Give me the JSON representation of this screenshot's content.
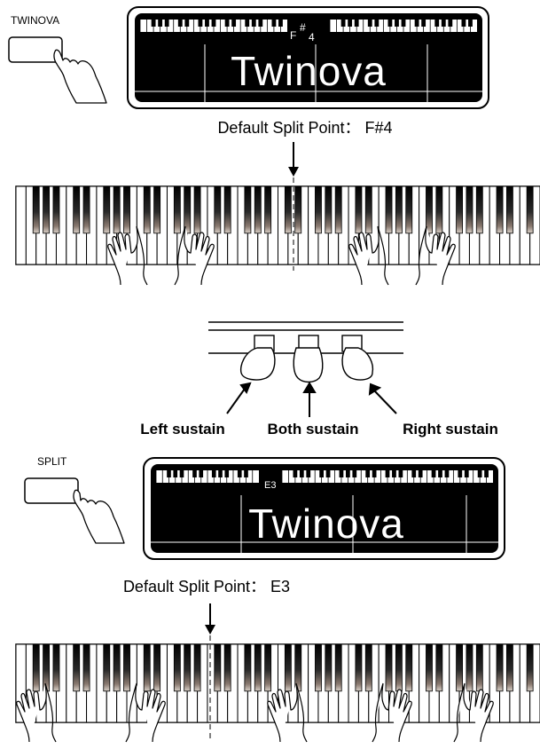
{
  "twinova_section": {
    "button_label": "TWINOVA",
    "lcd": {
      "split_note": "F",
      "split_accidental": "#",
      "split_octave": "4",
      "text": "Twinova"
    },
    "caption": "Default Split Point： F#4"
  },
  "pedals": {
    "left_label": "Left sustain",
    "middle_label": "Both sustain",
    "right_label": "Right sustain"
  },
  "split_section": {
    "button_label": "SPLIT",
    "lcd": {
      "split_note": "E3",
      "text": "Twinova"
    },
    "caption": "Default Split Point： E3"
  },
  "colors": {
    "ink": "#000000",
    "paper": "#ffffff",
    "key_shadow": "#7a6a60"
  }
}
